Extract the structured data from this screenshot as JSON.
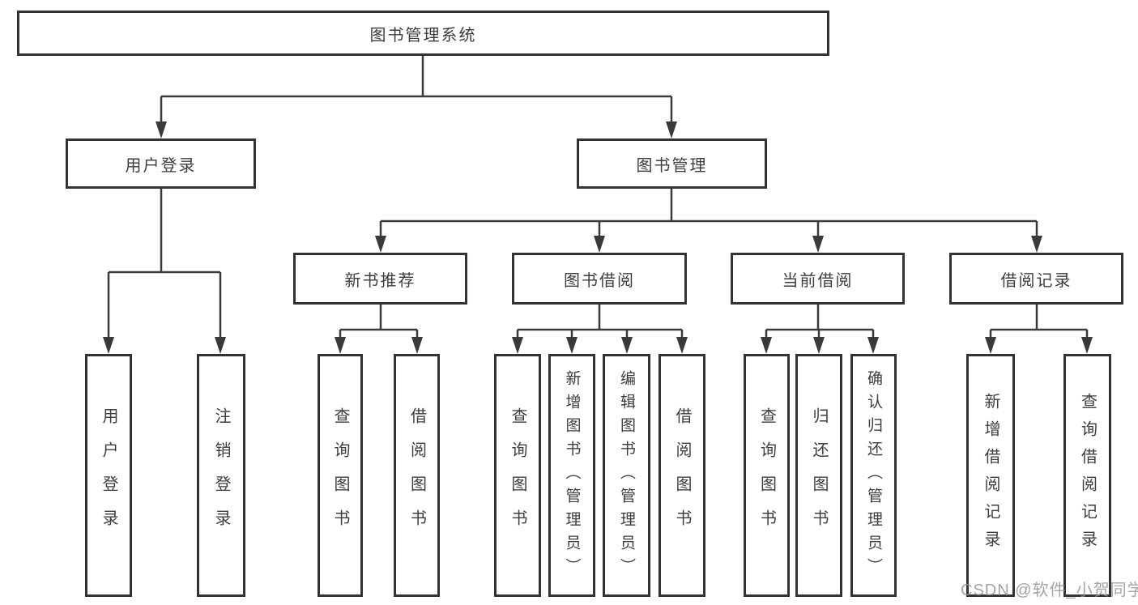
{
  "tree": {
    "root": "图书管理系统",
    "children": [
      {
        "label": "用户登录",
        "children": [
          {
            "label": "用户登录"
          },
          {
            "label": "注销登录"
          }
        ]
      },
      {
        "label": "图书管理",
        "children": [
          {
            "label": "新书推荐",
            "children": [
              {
                "label": "查询图书"
              },
              {
                "label": "借阅图书"
              }
            ]
          },
          {
            "label": "图书借阅",
            "children": [
              {
                "label": "查询图书"
              },
              {
                "label": "新增图书（管理员）"
              },
              {
                "label": "编辑图书（管理员）"
              },
              {
                "label": "借阅图书"
              }
            ]
          },
          {
            "label": "当前借阅",
            "children": [
              {
                "label": "查询图书"
              },
              {
                "label": "归还图书"
              },
              {
                "label": "确认归还（管理员）"
              }
            ]
          },
          {
            "label": "借阅记录",
            "children": [
              {
                "label": "新增借阅记录"
              },
              {
                "label": "查询借阅记录"
              }
            ]
          }
        ]
      }
    ]
  },
  "watermark": {
    "text": "CSDN @软件_小贺同学"
  },
  "colors": {
    "background": "#FFFFFF",
    "box_border": "#333333",
    "line": "#3A3A3A",
    "text": "#3D3D3D",
    "watermark": "#949494"
  }
}
